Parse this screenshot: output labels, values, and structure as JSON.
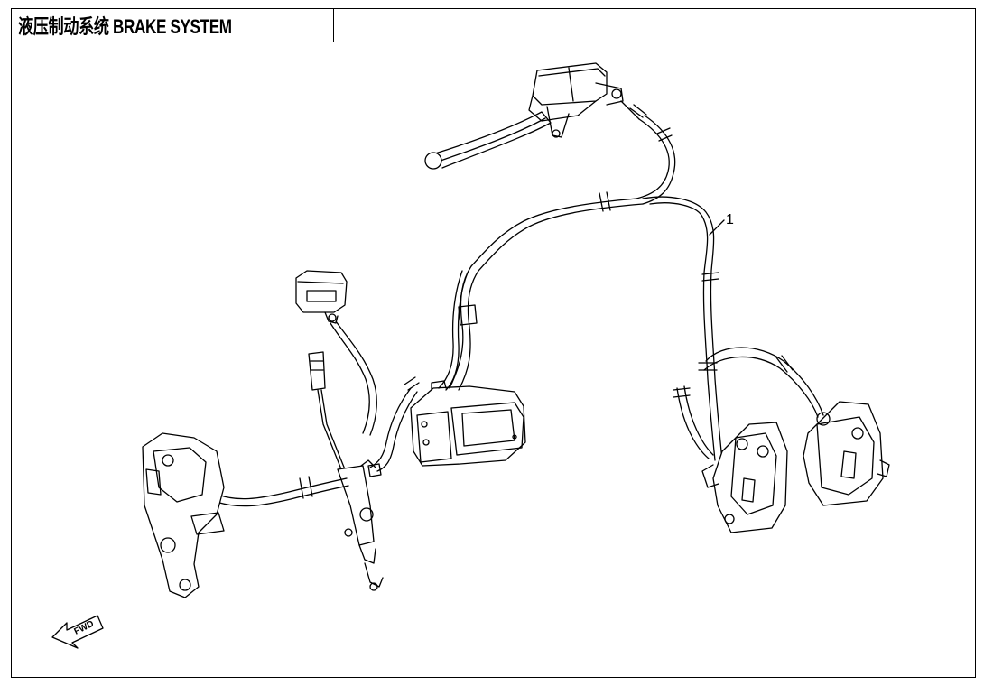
{
  "title": "液压制动系统 BRAKE SYSTEM",
  "callouts": [
    "1"
  ],
  "fwd_label": "FWD",
  "colors": {
    "line": "#000000",
    "background": "#ffffff"
  }
}
